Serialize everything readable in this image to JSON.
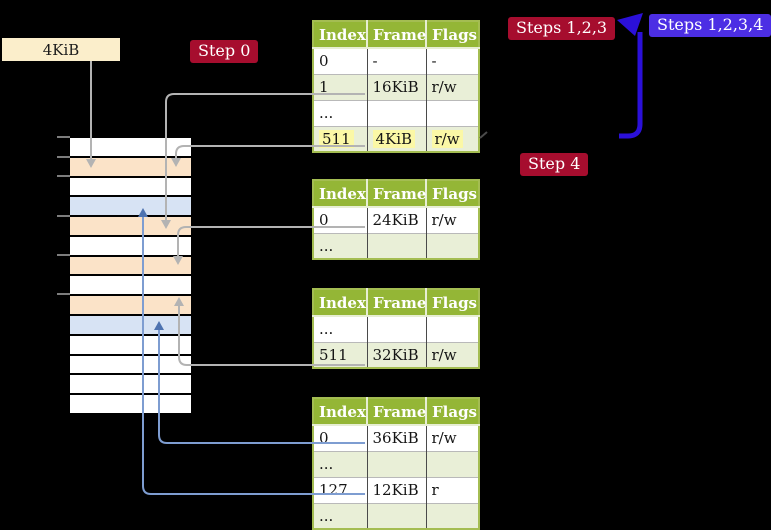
{
  "colors": {
    "table-green": "#94b636",
    "table-row-green": "#e9efd7",
    "table-border": "#a4bd52",
    "highlight-yellow": "#fbf8a6",
    "peach": "#fbe3c8",
    "blue-row": "#d7e3f4",
    "cream": "#fbeecb",
    "badge-red": "#a60d2e",
    "badge-blue": "#4c2ee4",
    "arrow-blue": "#2b10d9",
    "line-gray": "#b3b3b3",
    "line-blue": "#7e9dd1",
    "line-blue-head": "#4e73b0"
  },
  "frame_label": "4KiB",
  "badges": {
    "step0": "Step 0",
    "steps123": "Steps 1,2,3",
    "steps1234": "Steps 1,2,3,4",
    "step4": "Step 4"
  },
  "tables": [
    {
      "headers": [
        "Index",
        "Frame",
        "Flags"
      ],
      "rows": [
        {
          "cells": [
            "0",
            "-",
            "-"
          ],
          "shade": false,
          "highlight": false
        },
        {
          "cells": [
            "1",
            "16KiB",
            "r/w"
          ],
          "shade": true,
          "highlight": false
        },
        {
          "cells": [
            "...",
            "",
            ""
          ],
          "shade": false,
          "highlight": false
        },
        {
          "cells": [
            "511",
            "4KiB",
            "r/w"
          ],
          "shade": true,
          "highlight": true
        }
      ]
    },
    {
      "headers": [
        "Index",
        "Frame",
        "Flags"
      ],
      "rows": [
        {
          "cells": [
            "0",
            "24KiB",
            "r/w"
          ],
          "shade": false,
          "highlight": false
        },
        {
          "cells": [
            "...",
            "",
            ""
          ],
          "shade": true,
          "highlight": false
        }
      ]
    },
    {
      "headers": [
        "Index",
        "Frame",
        "Flags"
      ],
      "rows": [
        {
          "cells": [
            "...",
            "",
            ""
          ],
          "shade": false,
          "highlight": false
        },
        {
          "cells": [
            "511",
            "32KiB",
            "r/w"
          ],
          "shade": true,
          "highlight": false
        }
      ]
    },
    {
      "headers": [
        "Index",
        "Frame",
        "Flags"
      ],
      "rows": [
        {
          "cells": [
            "0",
            "36KiB",
            "r/w"
          ],
          "shade": false,
          "highlight": false
        },
        {
          "cells": [
            "...",
            "",
            ""
          ],
          "shade": true,
          "highlight": false
        },
        {
          "cells": [
            "127",
            "12KiB",
            "r"
          ],
          "shade": false,
          "highlight": false
        },
        {
          "cells": [
            "...",
            "",
            ""
          ],
          "shade": true,
          "highlight": false
        }
      ]
    }
  ],
  "memory": {
    "frames": [
      "white",
      "peach",
      "white",
      "blue",
      "peach",
      "white",
      "peach",
      "white",
      "peach",
      "blue",
      "white",
      "white",
      "white",
      "white"
    ]
  }
}
